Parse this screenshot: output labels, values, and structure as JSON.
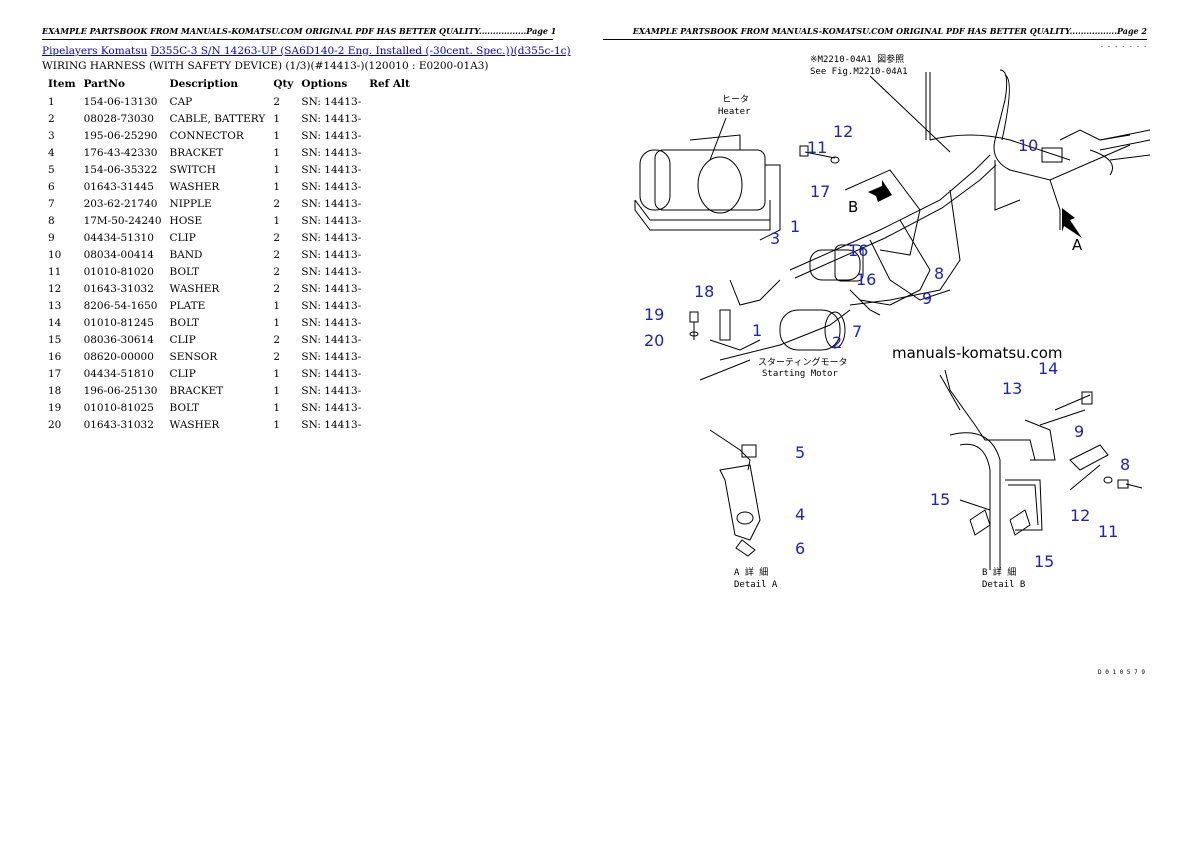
{
  "page1": {
    "header": "EXAMPLE PARTSBOOK FROM MANUALS-KOMATSU.COM ORIGINAL PDF HAS BETTER QUALITY.................Page 1",
    "link_category": "Pipelayers Komatsu",
    "link_model": "D355C-3 S/N 14263-UP (SA6D140-2 Eng. Installed (-30cent. Spec.))(d355c-1c)",
    "subtitle": "WIRING HARNESS (WITH SAFETY DEVICE) (1/3)(#14413-)(120010 : E0200-01A3)",
    "columns": [
      "Item",
      "PartNo",
      "Description",
      "Qty",
      "Options",
      "Ref Alt"
    ],
    "rows": [
      [
        "1",
        "154-06-13130",
        "CAP",
        "2",
        "SN: 14413-"
      ],
      [
        "2",
        "08028-73030",
        "CABLE, BATTERY",
        "1",
        "SN: 14413-"
      ],
      [
        "3",
        "195-06-25290",
        "CONNECTOR",
        "1",
        "SN: 14413-"
      ],
      [
        "4",
        "176-43-42330",
        "BRACKET",
        "1",
        "SN: 14413-"
      ],
      [
        "5",
        "154-06-35322",
        "SWITCH",
        "1",
        "SN: 14413-"
      ],
      [
        "6",
        "01643-31445",
        "WASHER",
        "1",
        "SN: 14413-"
      ],
      [
        "7",
        "203-62-21740",
        "NIPPLE",
        "2",
        "SN: 14413-"
      ],
      [
        "8",
        "17M-50-24240",
        "HOSE",
        "1",
        "SN: 14413-"
      ],
      [
        "9",
        "04434-51310",
        "CLIP",
        "2",
        "SN: 14413-"
      ],
      [
        "10",
        "08034-00414",
        "BAND",
        "2",
        "SN: 14413-"
      ],
      [
        "11",
        "01010-81020",
        "BOLT",
        "2",
        "SN: 14413-"
      ],
      [
        "12",
        "01643-31032",
        "WASHER",
        "2",
        "SN: 14413-"
      ],
      [
        "13",
        "8206-54-1650",
        "PLATE",
        "1",
        "SN: 14413-"
      ],
      [
        "14",
        "01010-81245",
        "BOLT",
        "1",
        "SN: 14413-"
      ],
      [
        "15",
        "08036-30614",
        "CLIP",
        "2",
        "SN: 14413-"
      ],
      [
        "16",
        "08620-00000",
        "SENSOR",
        "2",
        "SN: 14413-"
      ],
      [
        "17",
        "04434-51810",
        "CLIP",
        "1",
        "SN: 14413-"
      ],
      [
        "18",
        "196-06-25130",
        "BRACKET",
        "1",
        "SN: 14413-"
      ],
      [
        "19",
        "01010-81025",
        "BOLT",
        "1",
        "SN: 14413-"
      ],
      [
        "20",
        "01643-31032",
        "WASHER",
        "1",
        "SN: 14413-"
      ]
    ]
  },
  "page2": {
    "header": "EXAMPLE PARTSBOOK FROM MANUALS-KOMATSU.COM ORIGINAL PDF HAS BETTER QUALITY.................Page 2",
    "diagram": {
      "watermark": "manuals-komatsu.com",
      "heater_jp": "ヒータ",
      "heater_en": "Heater",
      "see_fig_jp": "※M2210-04A1 図参照",
      "see_fig_en": "See Fig.M2210-04A1",
      "starting_motor_jp": "スターティングモータ",
      "starting_motor_en": "Starting Motor",
      "detail_a_jp": "A 詳 細",
      "detail_a_en": "Detail A",
      "detail_b_jp": "B 詳 細",
      "detail_b_en": "Detail B",
      "label_a": "A",
      "label_b": "B",
      "top_code": "- - - - - - -",
      "bottom_code": "D 0 1 0 5 7 9",
      "callouts": [
        "11",
        "12",
        "17",
        "1",
        "3",
        "16",
        "16",
        "8",
        "9",
        "7",
        "10",
        "18",
        "19",
        "20",
        "1",
        "2",
        "5",
        "4",
        "6",
        "13",
        "14",
        "9",
        "8",
        "12",
        "11",
        "15",
        "15"
      ]
    }
  }
}
